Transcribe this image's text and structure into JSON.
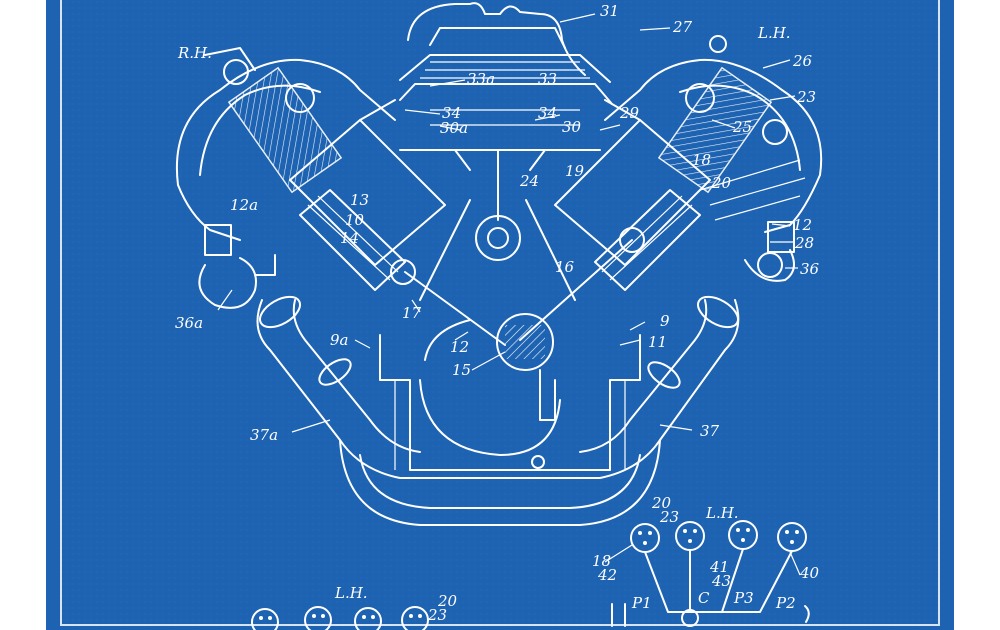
{
  "colors": {
    "paper": "#1d63b2",
    "line": "#ffffff",
    "margin": "#ffffff"
  },
  "labels": {
    "rh": "R.H.",
    "lh_top": "L.H.",
    "n31": "31",
    "n27": "27",
    "n26": "26",
    "n23": "23",
    "n33a": "33a",
    "n33": "33",
    "n34a": "34",
    "n30a": "30a",
    "n34b": "34",
    "n30": "30",
    "n29": "29",
    "n25": "25",
    "n24": "24",
    "n19": "19",
    "n13": "13",
    "n12a": "12a",
    "n10": "10",
    "n14": "14",
    "n18": "18",
    "n20": "20",
    "n12": "12",
    "n28": "28",
    "n36": "36",
    "n36a": "36a",
    "n9a": "9a",
    "n17": "17",
    "n16": "16",
    "n12c": "12",
    "n15": "15",
    "n11": "11",
    "n9": "9",
    "n37a": "37a",
    "n37": "37",
    "inset_lh": "L.H.",
    "inset_20": "20",
    "inset_23": "23",
    "inset_18": "18",
    "inset_42": "42",
    "inset_41": "41",
    "inset_43": "43",
    "inset_40": "40",
    "inset_p1": "P1",
    "inset_c": "C",
    "inset_p3": "P3",
    "inset_p2": "P2",
    "bottom_lh": "L.H.",
    "bottom_20": "20",
    "bottom_23": "23"
  },
  "icons": [
    "engine-cross-section",
    "firing-order-diagram"
  ]
}
